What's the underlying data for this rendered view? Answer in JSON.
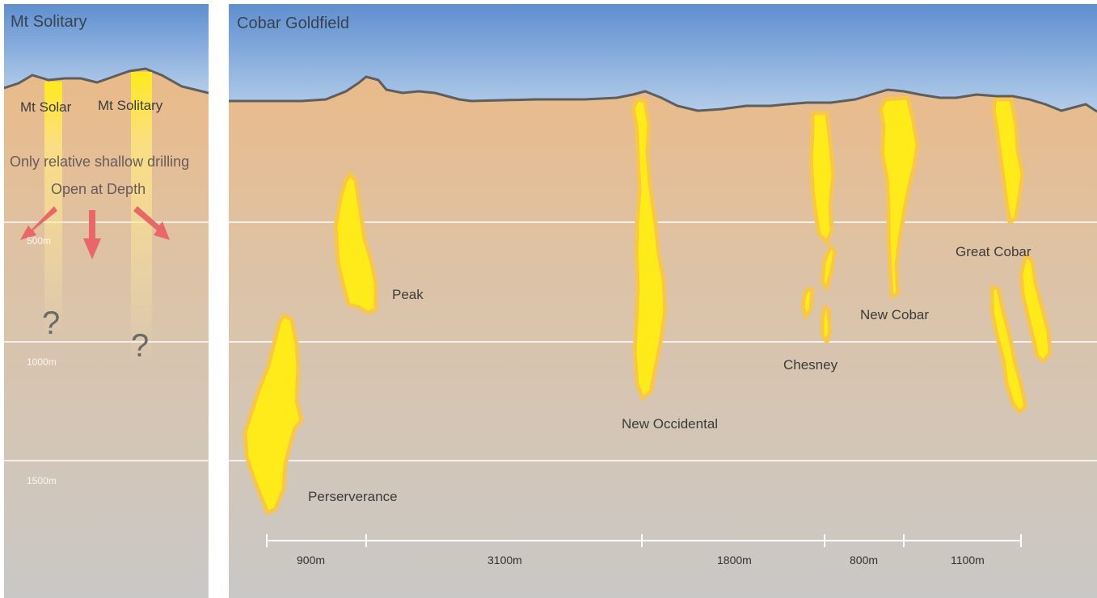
{
  "left": {
    "title": "Mt Solitary",
    "prospect_labels": [
      "Mt Solar",
      "Mt Solitary"
    ],
    "note_line1": "Only relative shallow drilling",
    "note_line2": "Open at Depth",
    "depth_labels": [
      "500m",
      "1000m",
      "1500m"
    ],
    "unknown_marker": "?"
  },
  "right": {
    "title": "Cobar Goldfield",
    "deposits": [
      "Peak",
      "Perserverance",
      "New Occidental",
      "Chesney",
      "New Cobar",
      "Great Cobar"
    ],
    "distances": [
      "900m",
      "3100m",
      "1800m",
      "800m",
      "1100m"
    ]
  },
  "colors": {
    "sky_top": "#5f8fd0",
    "sky_bottom": "#b4cdea",
    "ground_top": "#eeb77f",
    "ground_bottom": "#c9c8c6",
    "orebody": "#ffea1a",
    "orebody_edge": "#f7c64a",
    "arrow": "#e8686a",
    "surface_line": "#5e5e5e"
  }
}
